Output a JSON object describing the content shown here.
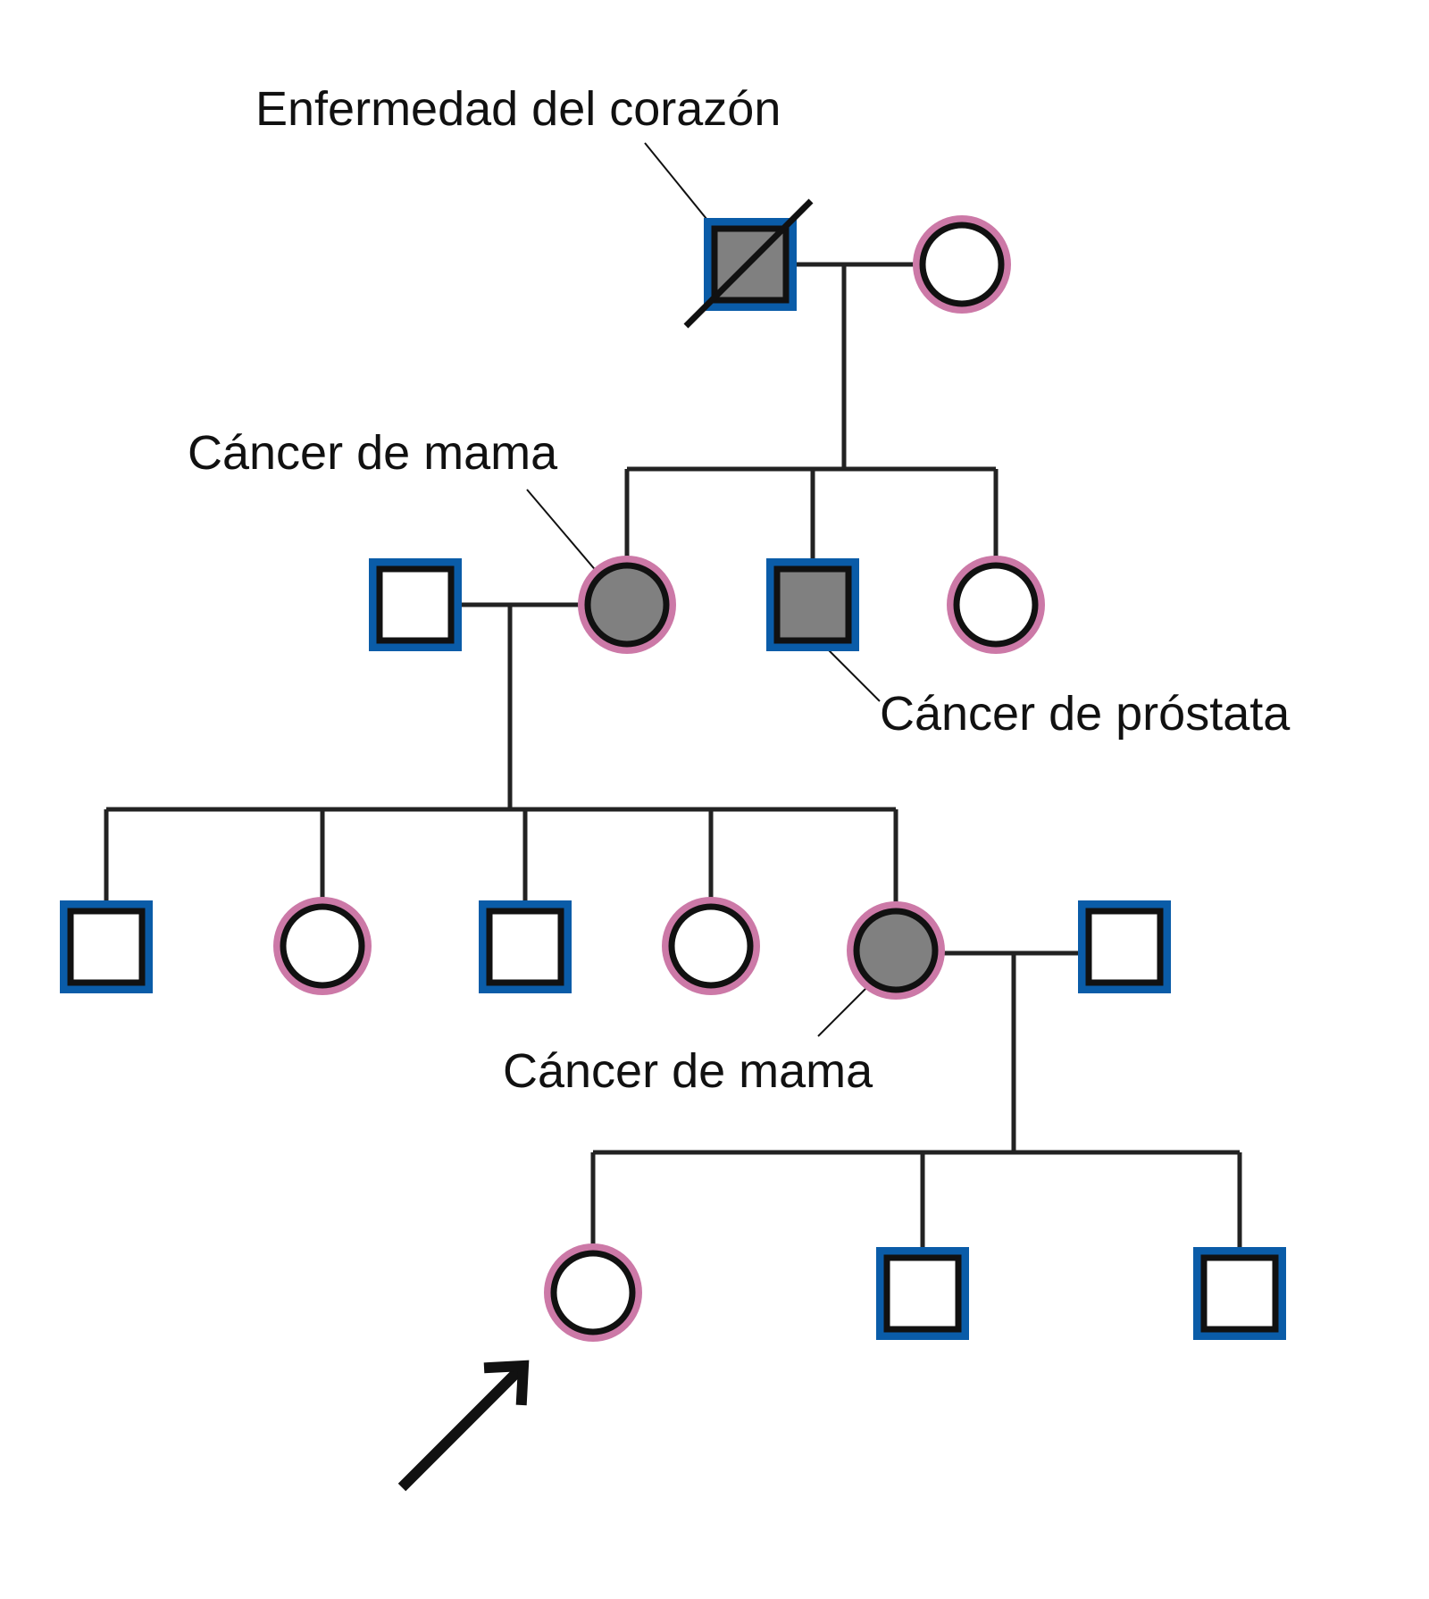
{
  "colors": {
    "male_outline": "#0a5ca8",
    "female_outline": "#cc79a7",
    "affected_fill": "#808080",
    "unaffected_fill": "#ffffff",
    "symbol_border": "#111111",
    "line": "#222222"
  },
  "annotations": {
    "heart_disease": "Enfermedad del corazón",
    "breast_cancer_gen2": "Cáncer de mama",
    "prostate_cancer": "Cáncer de próstata",
    "breast_cancer_gen3": "Cáncer de mama"
  },
  "individuals": [
    {
      "id": "g1-father",
      "sex": "male",
      "affected": true,
      "deceased": true,
      "condition": "Enfermedad del corazón"
    },
    {
      "id": "g1-mother",
      "sex": "female",
      "affected": false
    },
    {
      "id": "g2-husband",
      "sex": "male",
      "affected": false
    },
    {
      "id": "g2-daughter",
      "sex": "female",
      "affected": true,
      "condition": "Cáncer de mama"
    },
    {
      "id": "g2-son",
      "sex": "male",
      "affected": true,
      "condition": "Cáncer de próstata"
    },
    {
      "id": "g2-daughter-2",
      "sex": "female",
      "affected": false
    },
    {
      "id": "g3-son-1",
      "sex": "male",
      "affected": false
    },
    {
      "id": "g3-daughter-1",
      "sex": "female",
      "affected": false
    },
    {
      "id": "g3-son-2",
      "sex": "male",
      "affected": false
    },
    {
      "id": "g3-daughter-2",
      "sex": "female",
      "affected": false
    },
    {
      "id": "g3-daughter-3",
      "sex": "female",
      "affected": true,
      "condition": "Cáncer de mama"
    },
    {
      "id": "g3-husband",
      "sex": "male",
      "affected": false
    },
    {
      "id": "g4-daughter",
      "sex": "female",
      "affected": false,
      "proband": true
    },
    {
      "id": "g4-son-1",
      "sex": "male",
      "affected": false
    },
    {
      "id": "g4-son-2",
      "sex": "male",
      "affected": false
    }
  ]
}
